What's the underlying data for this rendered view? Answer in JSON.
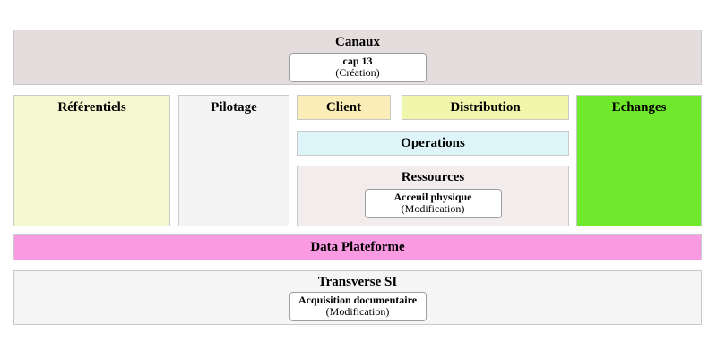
{
  "diagram": {
    "zones": {
      "canaux": {
        "label": "Canaux",
        "bg": "#e5dddd",
        "card": {
          "title": "cap 13",
          "subtitle": "(Création)"
        }
      },
      "referentiels": {
        "label": "Référentiels",
        "bg": "#f6f8d2"
      },
      "pilotage": {
        "label": "Pilotage",
        "bg": "#f4f4f4"
      },
      "client": {
        "label": "Client",
        "bg": "#fbedb8"
      },
      "distribution": {
        "label": "Distribution",
        "bg": "#f1f6ad"
      },
      "operations": {
        "label": "Operations",
        "bg": "#ddf5f8"
      },
      "ressources": {
        "label": "Ressources",
        "bg": "#f2ecec",
        "card": {
          "title": "Acceuil physique",
          "subtitle": "(Modification)"
        }
      },
      "echanges": {
        "label": "Echanges",
        "bg": "#70e82c"
      },
      "data_plateforme": {
        "label": "Data Plateforme",
        "bg": "#f99ae2"
      },
      "transverse_si": {
        "label": "Transverse SI",
        "bg": "#f5f5f5",
        "card": {
          "title": "Acquisition documentaire",
          "subtitle": "(Modification)"
        }
      }
    }
  }
}
